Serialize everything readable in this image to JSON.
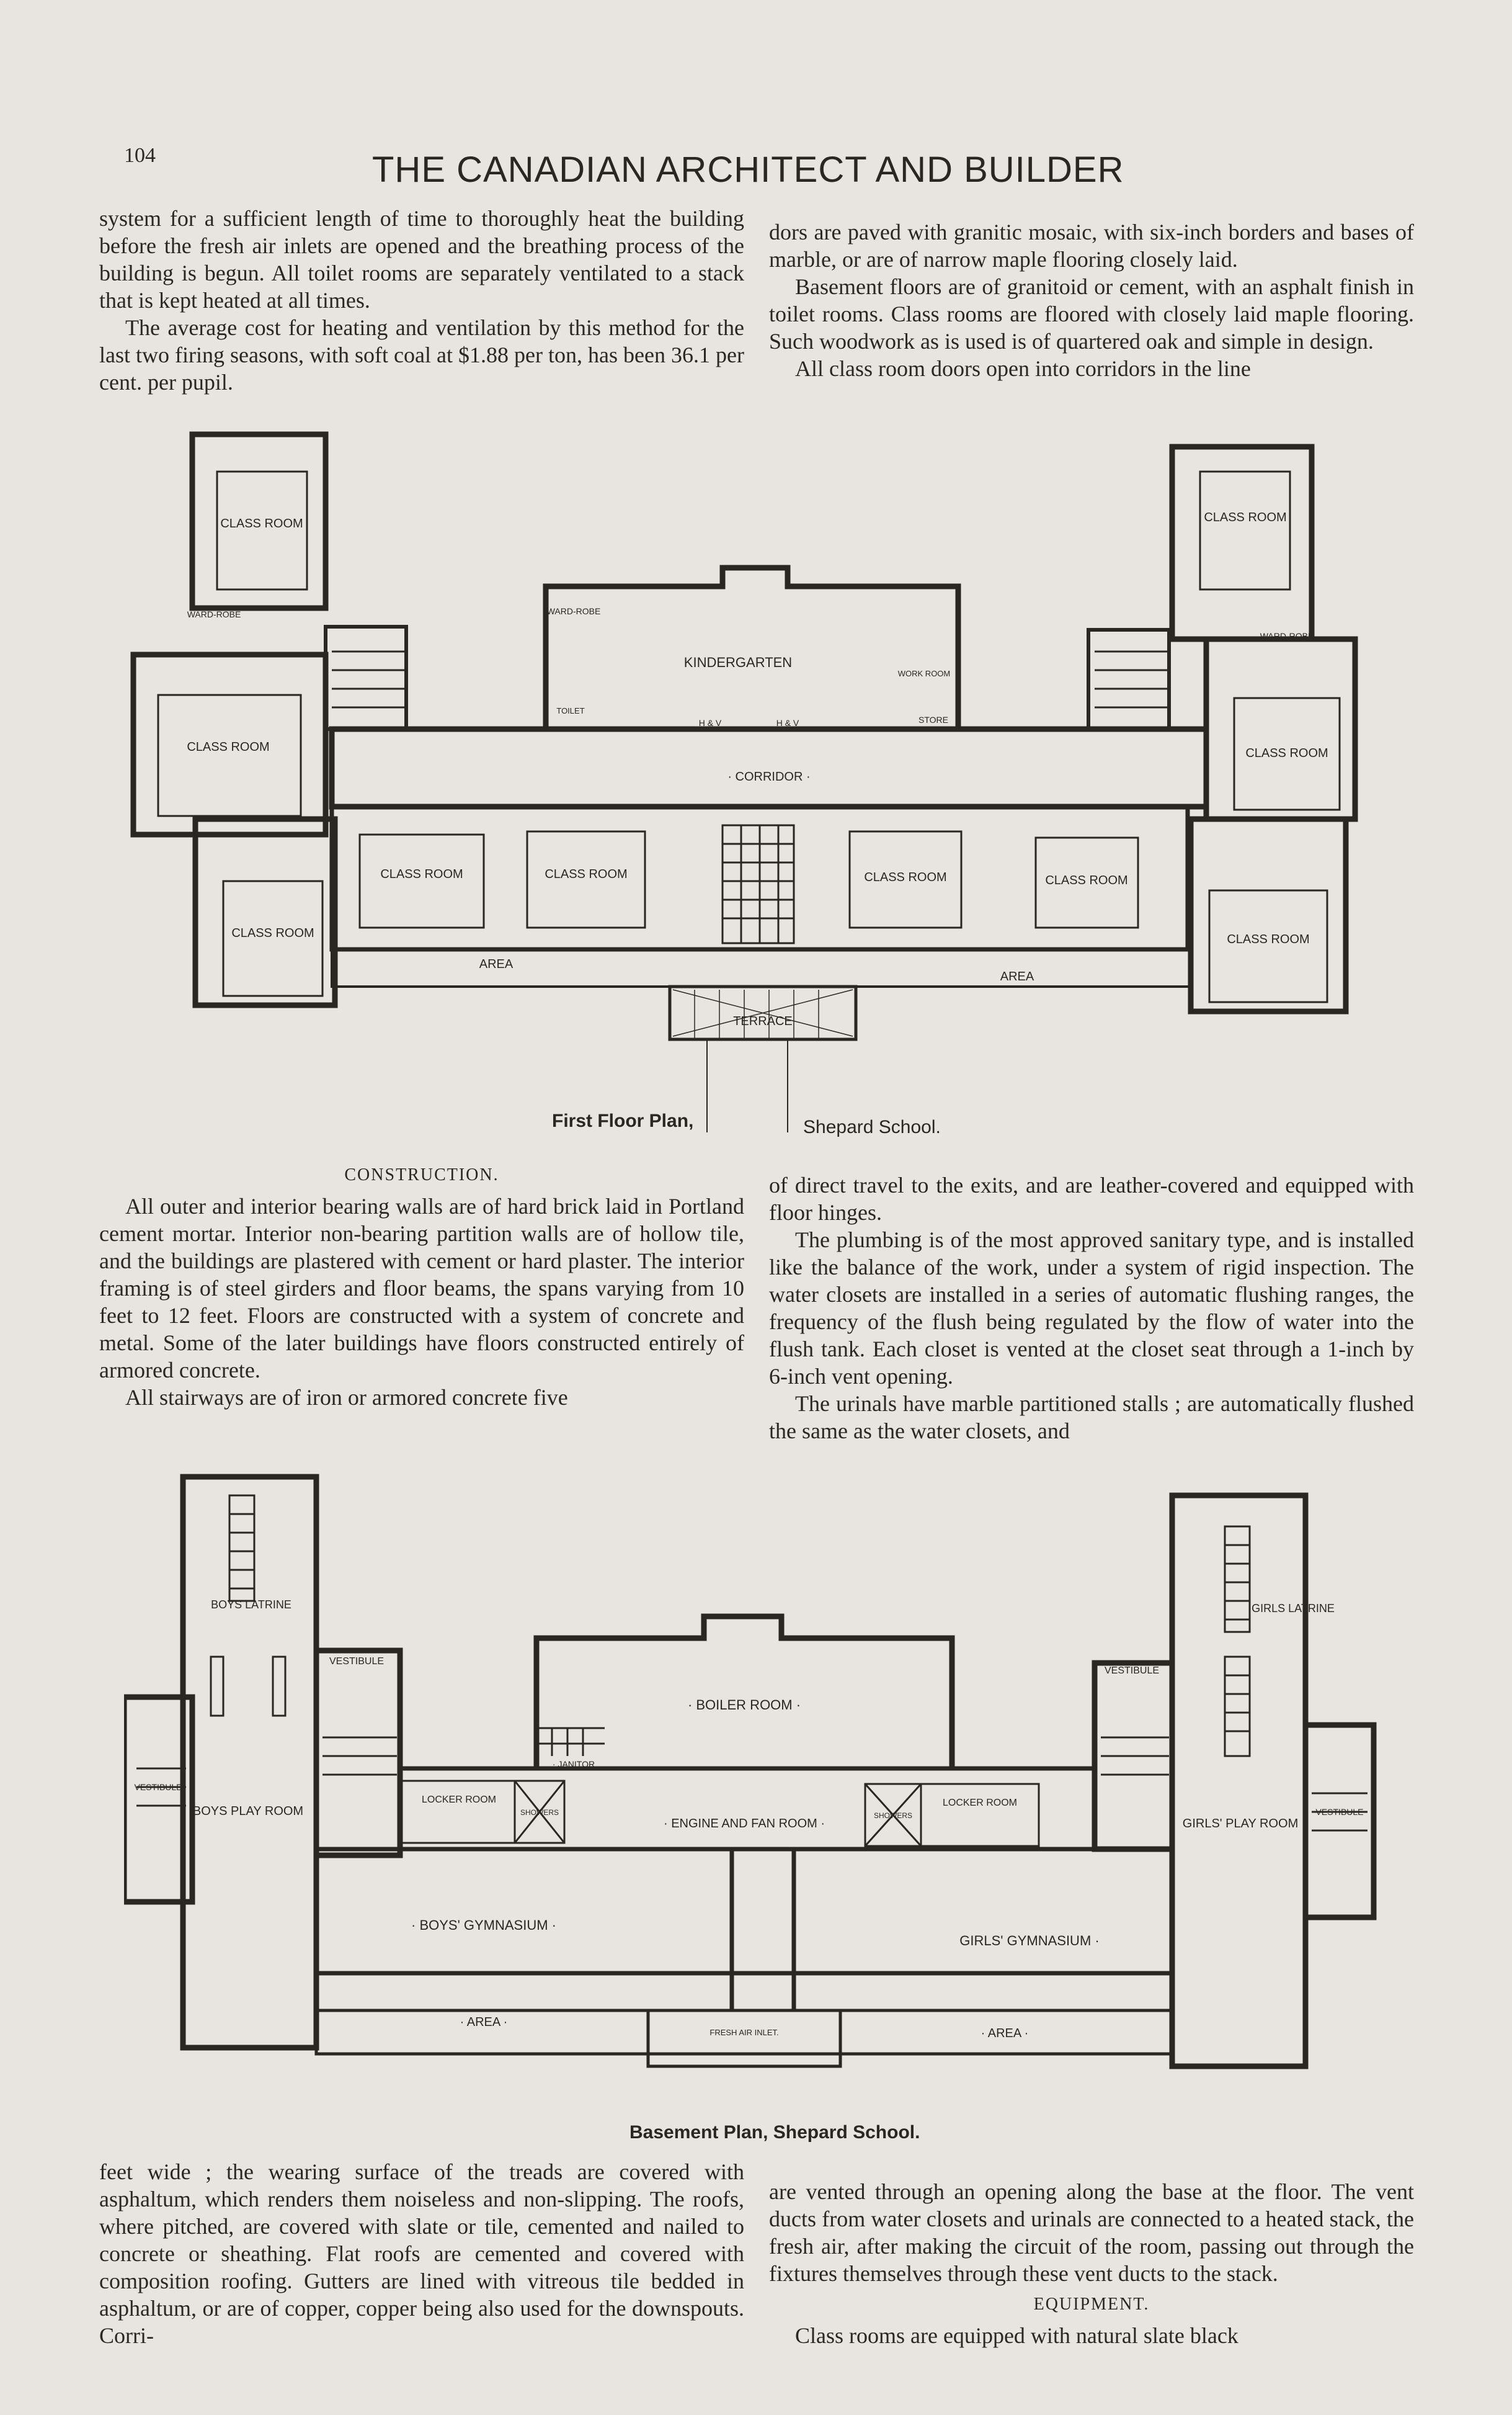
{
  "page": {
    "number": "104",
    "running_head": "THE CANADIAN ARCHITECT AND BUILDER"
  },
  "top": {
    "left": [
      "system for a sufficient length of time to thoroughly heat the building before the fresh air inlets are opened and the breathing process of the building is begun. All toilet rooms are separately ventilated to a stack that is kept heated at all times.",
      "The average cost for heating and ventilation by this method for the last two firing seasons, with soft coal at $1.88 per ton, has been 36.1 per cent. per pupil."
    ],
    "right": [
      "dors are paved with granitic mosaic, with six-inch borders and bases of marble, or are of narrow maple flooring closely laid.",
      "Basement floors are of granitoid or cement, with an asphalt finish in toilet rooms. Class rooms are floored with closely laid maple flooring. Such woodwork as is used is of quartered oak and simple in design.",
      "All class room doors open into corridors in the line"
    ]
  },
  "first_floor_plan": {
    "caption_left": "First Floor Plan,",
    "caption_right": "Shepard School.",
    "labels": {
      "kindergarten": "KINDERGARTEN",
      "corridor": "· CORRIDOR ·",
      "class_room": "CLASS ROOM",
      "area": "AREA",
      "terrace": "TERRACE",
      "wardrobe": "WARD-ROBE",
      "hv": "H & V",
      "store": "STORE",
      "work_room": "WORK ROOM",
      "toilet": "TOILET"
    }
  },
  "middle": {
    "left_heading": "CONSTRUCTION.",
    "left": [
      "All outer and interior bearing walls are of hard brick laid in Portland cement mortar. Interior non-bearing partition walls are of hollow tile, and the buildings are plastered with cement or hard plaster. The interior framing is of steel girders and floor beams, the spans varying from 10 feet to 12 feet. Floors are constructed with a system of concrete and metal. Some of the later buildings have floors constructed entirely of armored concrete.",
      "All stairways are of iron or armored concrete five"
    ],
    "right": [
      "of direct travel to the exits, and are leather-covered and equipped with floor hinges.",
      "The plumbing is of the most approved sanitary type, and is installed like the balance of the work, under a system of rigid inspection. The water closets are installed in a series of automatic flushing ranges, the frequency of the flush being regulated by the flow of water into the flush tank. Each closet is vented at the closet seat through a 1-inch by 6-inch vent opening.",
      "The urinals have marble partitioned stalls ; are automatically flushed the same as the water closets, and"
    ]
  },
  "basement_plan": {
    "caption": "Basement Plan, Shepard School.",
    "labels": {
      "boys_latrine": "BOYS LATRINE",
      "girls_latrine": "GIRLS LATRINE",
      "vestibule": "VESTIBULE",
      "boiler_room": "· BOILER ROOM ·",
      "janitor": "· JANITOR",
      "boys_play_room": "BOYS PLAY ROOM",
      "girls_play_room": "GIRLS' PLAY ROOM",
      "locker_room": "LOCKER ROOM",
      "showers": "SHOWERS",
      "engine_fan_room": "· ENGINE AND FAN ROOM ·",
      "boys_gymnasium": "· BOYS' GYMNASIUM ·",
      "girls_gymnasium": "GIRLS' GYMNASIUM ·",
      "area": "· AREA ·",
      "fresh_air_inlet": "FRESH AIR INLET."
    }
  },
  "bottom": {
    "left": [
      "feet wide ; the wearing surface of the treads are covered with asphaltum, which renders them noiseless and non-slipping. The roofs, where pitched, are covered with slate or tile, cemented and nailed to concrete or sheathing. Flat roofs are cemented and covered with composition roofing. Gutters are lined with vitreous tile bedded in asphaltum, or are of copper, copper being also used for the downspouts. Corri-"
    ],
    "right": [
      "are vented through an opening along the base at the floor. The vent ducts from water closets and urinals are connected to a heated stack, the fresh air, after making the circuit of the room, passing out through the fixtures themselves through these vent ducts to the stack."
    ],
    "right_heading": "EQUIPMENT.",
    "right_last": "Class rooms are equipped with natural slate black"
  }
}
